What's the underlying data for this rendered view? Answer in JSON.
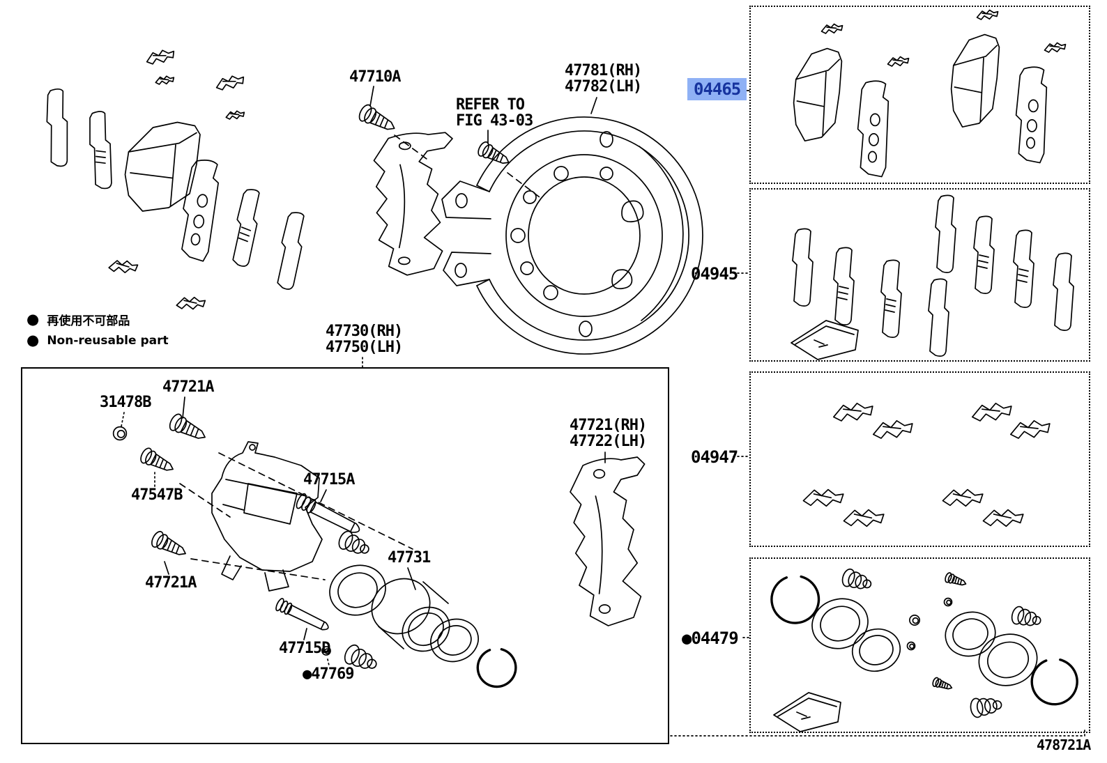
{
  "page": {
    "figure_code": "478721A",
    "legend": {
      "bullet": "●",
      "jp": "再使用不可部品",
      "en": "Non-reusable part"
    },
    "colors": {
      "highlight_bg": "#8FB1F5",
      "highlight_text": "#16339E",
      "line": "#000000",
      "background": "#FFFFFF"
    },
    "callouts": {
      "bolt_top": "47710A",
      "refer_line1": "REFER TO",
      "refer_line2": "FIG 43-03",
      "shield_rh": "47781(RH)",
      "shield_lh": "47782(LH)",
      "caliper_rh": "47730(RH)",
      "caliper_lh": "47750(LH)",
      "bracket_rh": "47721(RH)",
      "bracket_lh": "47722(LH)",
      "plug": "31478B",
      "bolt_upper": "47721A",
      "bleeder": "47547B",
      "pin_upper": "47715A",
      "bolt_lower": "47721A",
      "piston": "47731",
      "pin_lower": "47715D",
      "boot_bullet": "●",
      "boot_set": "47769"
    },
    "kits": [
      {
        "code": "04465",
        "highlighted": true,
        "contents": "front brake pad kit"
      },
      {
        "code": "04945",
        "highlighted": false,
        "contents": "anti-squeal shim kit"
      },
      {
        "code": "04947",
        "highlighted": false,
        "contents": "pad support fitting kit"
      },
      {
        "code": "04479",
        "bullet": "●",
        "highlighted": false,
        "contents": "disc brake cylinder seal kit"
      }
    ]
  }
}
